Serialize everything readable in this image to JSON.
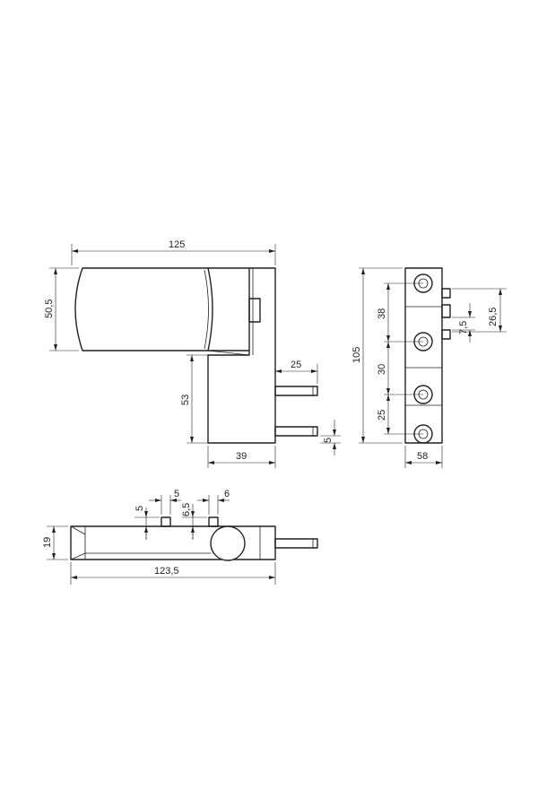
{
  "dimensions": {
    "top_width": "125",
    "top_height": "50,5",
    "pin_length": "25",
    "body_height": "53",
    "body_width": "39",
    "pin_gap": "5",
    "front_height": "105",
    "hole_spacing_1": "38",
    "hole_spacing_2": "30",
    "hole_spacing_3": "25",
    "front_width": "58",
    "pin_offset": "26,5",
    "pin_step": "7,5",
    "bottom_height": "19",
    "bottom_width": "123,5",
    "stud_height_1": "5",
    "stud_width_1": "5",
    "stud_height_2": "6,5",
    "stud_width_2": "6"
  }
}
